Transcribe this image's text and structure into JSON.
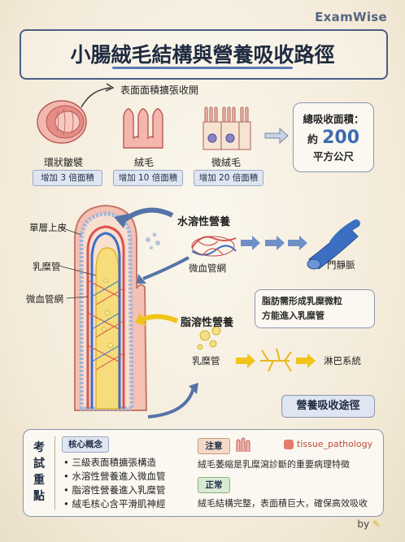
{
  "brand": "ExamWise",
  "title": "小腸絨毛結構與營養吸收路徑",
  "top": {
    "expand_note": "表面面積擴張收開",
    "structures": [
      {
        "name": "環狀皺襞",
        "tag": "增加 3 倍面積"
      },
      {
        "name": "絨毛",
        "tag": "增加 10 倍面積"
      },
      {
        "name": "微絨毛",
        "tag": "增加 20 倍面積"
      }
    ],
    "total": {
      "label": "總吸收面積：",
      "prefix": "約",
      "value": "200",
      "unit": "平方公尺"
    }
  },
  "villus": {
    "labels": {
      "epithelium": "單層上皮",
      "lacteal": "乳糜管",
      "capillary": "微血管網"
    }
  },
  "water": {
    "heading": "水溶性營養",
    "capillary_label": "微血管網",
    "vein_label": "門靜脈"
  },
  "fat": {
    "heading": "脂溶性營養",
    "callout": [
      "脂肪需形成乳糜微粒",
      "方能進入乳糜管"
    ],
    "lacteal_label": "乳糜管",
    "lymph_label": "淋巴系統"
  },
  "route_label": "營養吸收途徑",
  "exam": {
    "side_label": [
      "考",
      "試",
      "重",
      "點"
    ],
    "core_title": "核心概念",
    "points": [
      "三級表面積擴張構造",
      "水溶性營養進入微血管",
      "脂溶性營養進入乳糜管",
      "絨毛核心含平滑肌神經"
    ],
    "caution_tag": "注意",
    "caution_text": "絨毛萎縮是乳糜瀉診斷的重要病理特徵",
    "source": "tissue_pathology",
    "normal_tag": "正常",
    "normal_text": "絨毛結構完整，表面積巨大，確保高效吸收"
  },
  "footer_by": "by",
  "colors": {
    "accent": "#4b5e86",
    "artery": "#d9534f",
    "vein": "#3c6fc2",
    "lacteal": "#f0c419"
  }
}
